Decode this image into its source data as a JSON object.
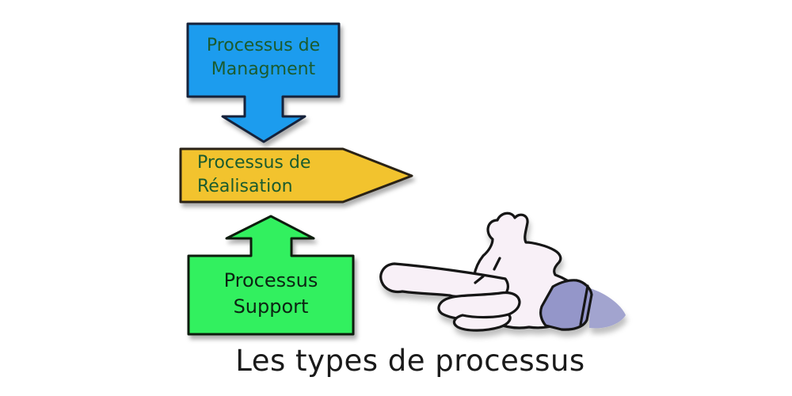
{
  "title": "Les types de processus",
  "diagram": {
    "nodes": {
      "management": {
        "line1": "Processus de",
        "line2": "Managment",
        "fill": "#1d9cee",
        "shape": "rectangle with block arrow pointing down",
        "arrow_direction": "down"
      },
      "realisation": {
        "line1": "Processus de",
        "line2": "Réalisation",
        "fill": "#f2c32d",
        "shape": "pentagon block arrow pointing right",
        "arrow_direction": "right"
      },
      "support": {
        "line1": "Processus",
        "line2": "Support",
        "fill": "#33f05f",
        "shape": "rectangle with block arrow pointing up",
        "arrow_direction": "up"
      }
    },
    "illustration": "cartoon-pointing-hand",
    "colors": {
      "label_text": "#1a5b2e",
      "support_label_text": "#0c2413",
      "title_text": "#1a1a1a",
      "management_outline": "#12233a",
      "realisation_outline": "#2a2415",
      "support_outline": "#0c1e10",
      "hand_fill": "#f8f0f7",
      "hand_outline": "#131313",
      "cuff_fill": "#9496c9",
      "cuff_shadow": "#a2a4cf"
    }
  }
}
